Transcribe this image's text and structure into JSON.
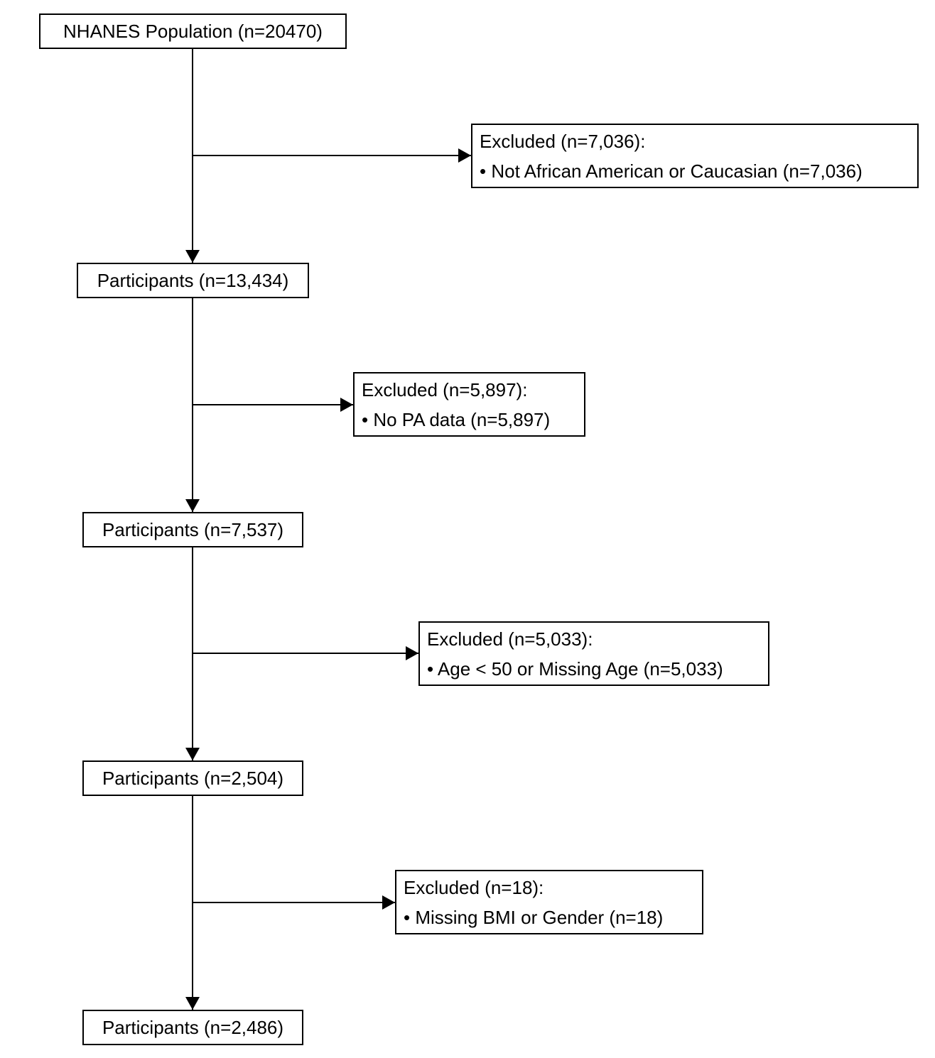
{
  "flowchart": {
    "colors": {
      "stroke": "#000000",
      "background": "#ffffff",
      "text": "#000000"
    },
    "main_boxes": [
      {
        "label": "NHANES Population (n=20470)"
      },
      {
        "label": "Participants (n=13,434)"
      },
      {
        "label": "Participants (n=7,537)"
      },
      {
        "label": "Participants (n=2,504)"
      },
      {
        "label": "Participants (n=2,486)"
      }
    ],
    "exclusions": [
      {
        "title": "Excluded (n=7,036):",
        "reason": "• Not African American or Caucasian (n=7,036)"
      },
      {
        "title": "Excluded (n=5,897):",
        "reason": "• No PA data (n=5,897)"
      },
      {
        "title": "Excluded (n=5,033):",
        "reason": "• Age < 50 or Missing Age (n=5,033)"
      },
      {
        "title": "Excluded (n=18):",
        "reason": "• Missing BMI or Gender (n=18)"
      }
    ]
  }
}
